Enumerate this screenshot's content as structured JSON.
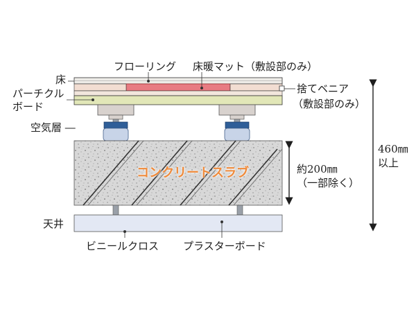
{
  "labels": {
    "yuka": "床",
    "flooring": "フローリング",
    "heating_mat": "床暖マット（敷設部のみ）",
    "particle_board_1": "パーチクル",
    "particle_board_2": "ボード",
    "sute_veneer": "捨てベニア",
    "sute_veneer_note": "（敷設部のみ）",
    "air_layer": "空気層 ―",
    "concrete_slab": "コンクリートスラブ",
    "slab_thickness": "約200㎜",
    "slab_note": "（一部除く）",
    "total_height_1": "460㎜",
    "total_height_2": "以上",
    "ceiling": "天井",
    "vinyl_cloth": "ビニールクロス",
    "plaster_board": "プラスターボード"
  },
  "colors": {
    "flooring": "#eeece8",
    "heating_mat": "#e87b82",
    "particle_board": "#e2e7b8",
    "veneer": "#f2ddd2",
    "concrete": "#d6d6d6",
    "support_block": "#d8d2ce",
    "bolt": "#2f5e98",
    "ceiling_board": "#e3e8f4",
    "slab_text": "#ef8a3a"
  }
}
